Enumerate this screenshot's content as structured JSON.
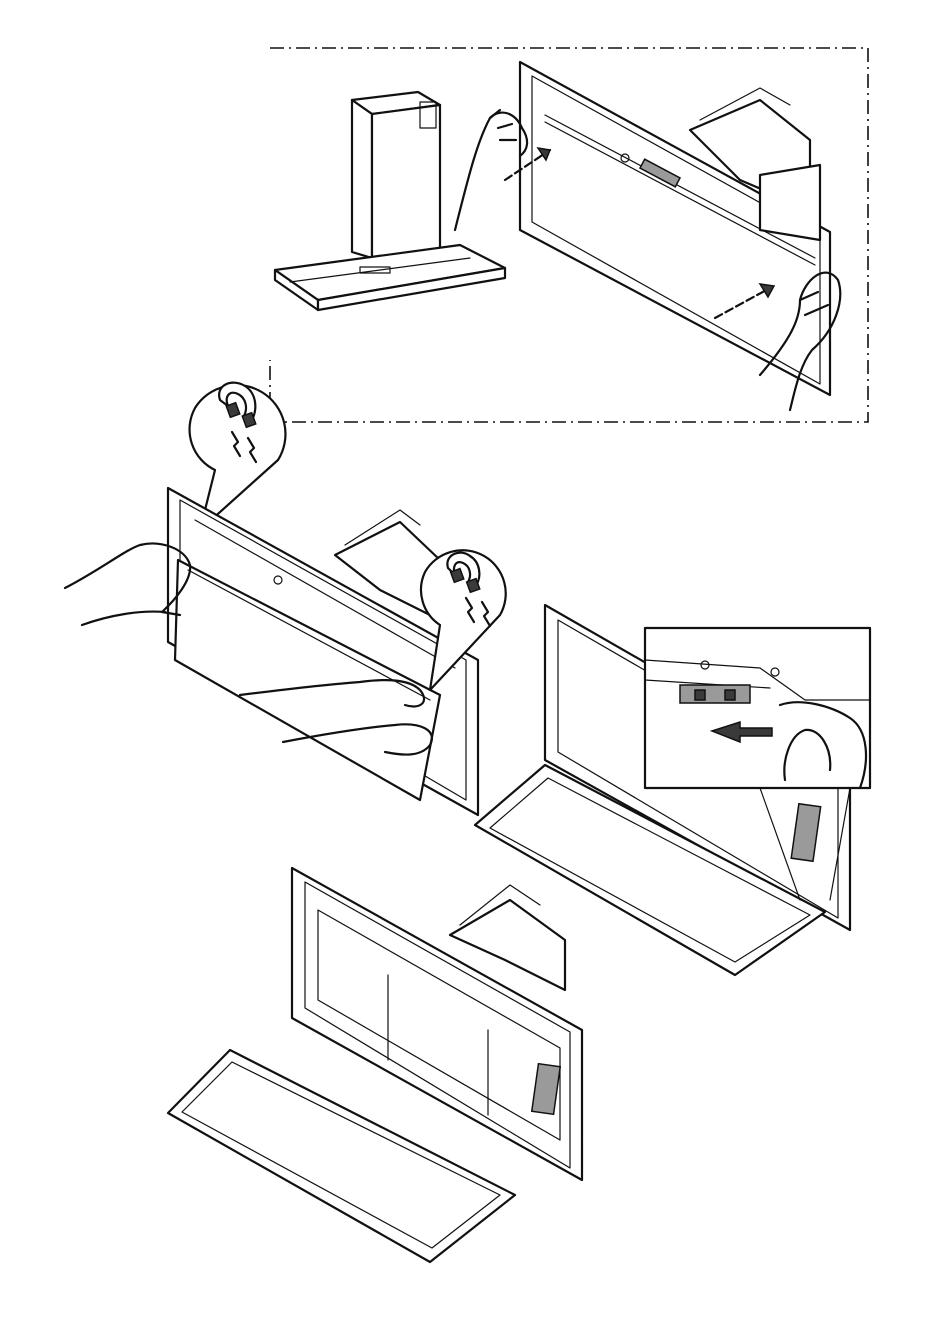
{
  "figure": {
    "steps": [
      {
        "id": "step-1",
        "action": "attach-grille-to-magnets"
      },
      {
        "id": "step-2",
        "action": "pull-grille-off-magnets"
      },
      {
        "id": "step-3",
        "action": "slide-latch-to-release-grille"
      },
      {
        "id": "step-4",
        "action": "grille-removed"
      }
    ],
    "icons": [
      "magnet-icon",
      "push-arrow-icon",
      "hand-icon",
      "chimney-hood-icon"
    ],
    "colors": {
      "line": "#111111",
      "shade": "#9a9a9a",
      "dark_shade": "#3a3a3a",
      "background": "#ffffff"
    }
  }
}
